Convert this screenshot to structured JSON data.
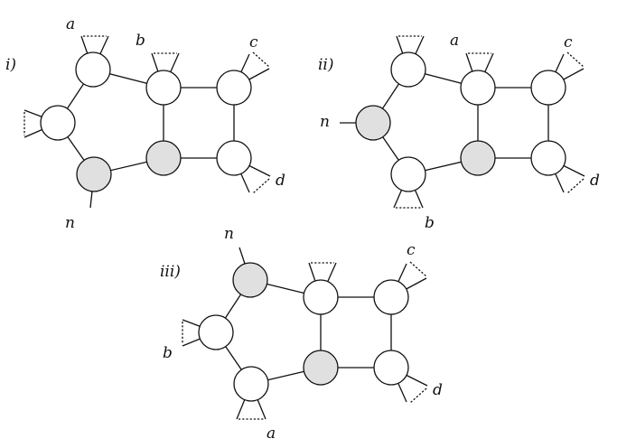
{
  "diagrams": [
    {
      "id": "i",
      "label": "i)",
      "legs": [
        "a",
        "b",
        "c",
        "d",
        "n"
      ],
      "shaded_vertices": 2,
      "white_vertices": 5
    },
    {
      "id": "ii",
      "label": "ii)",
      "legs": [
        "a",
        "c",
        "n",
        "d",
        "b"
      ],
      "shaded_vertices": 2,
      "white_vertices": 5
    },
    {
      "id": "iii",
      "label": "iii)",
      "legs": [
        "n",
        "c",
        "b",
        "d",
        "a"
      ],
      "shaded_vertices": 2,
      "white_vertices": 5
    }
  ],
  "colors": {
    "shaded_fill": "#e0e0e0",
    "white_fill": "#ffffff",
    "stroke": "#111111"
  }
}
